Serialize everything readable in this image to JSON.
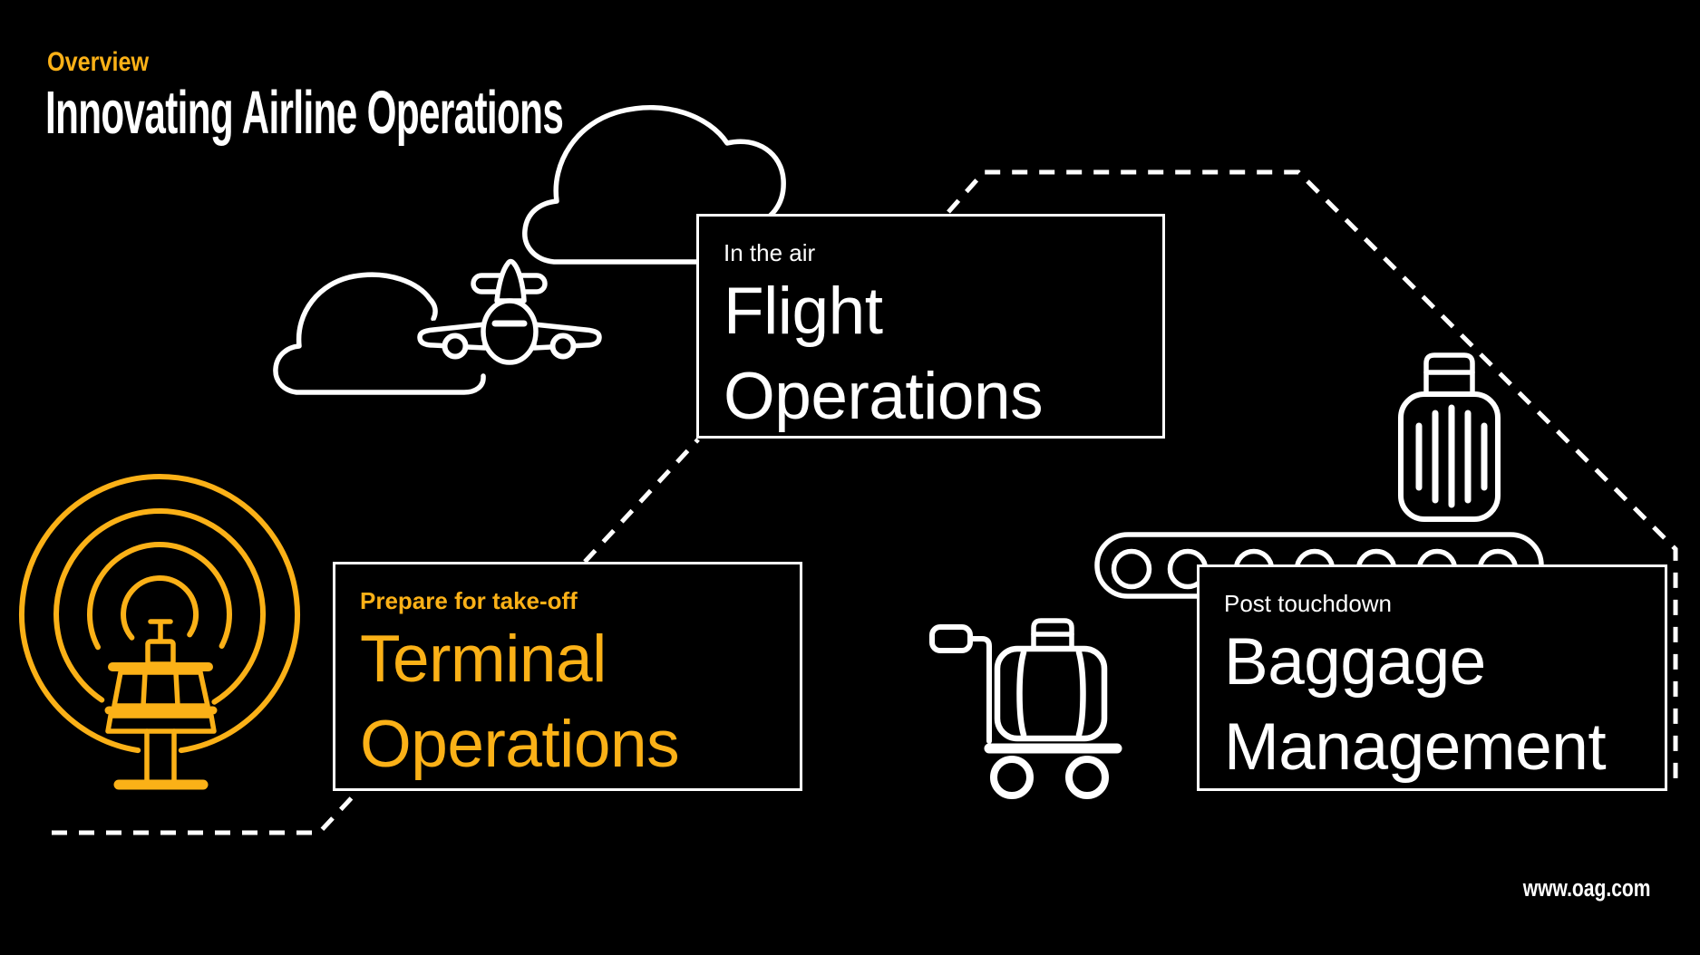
{
  "page": {
    "background": "#000000",
    "accent_yellow": "#FBB117",
    "foreground_white": "#FFFFFF"
  },
  "header": {
    "eyebrow": "Overview",
    "title": "Innovating Airline Operations"
  },
  "cards": [
    {
      "id": "flight-operations",
      "label": "In the air",
      "lines": [
        "Flight",
        "Operations"
      ],
      "color": "#FFFFFF"
    },
    {
      "id": "terminal-operations",
      "label": "Prepare for take-off",
      "lines": [
        "Terminal",
        "Operations"
      ],
      "color": "#FBB117"
    },
    {
      "id": "baggage-management",
      "label": "Post touchdown",
      "lines": [
        "Baggage",
        "Management"
      ],
      "color": "#FFFFFF"
    }
  ],
  "icons": {
    "control_tower": "control-tower-icon (yellow concentric radar rings around airport control tower)",
    "airplane": "airplane-front-icon (white outline airplane front view)",
    "clouds": [
      "cloud-large-icon",
      "cloud-small-icon"
    ],
    "conveyor": "baggage-conveyor-icon (belt with rollers and suitcase)",
    "cart": "luggage-cart-icon (trolley with suitcase and two wheels)"
  },
  "connectors": {
    "style": "white dashed lines linking the three cards"
  },
  "footer": {
    "website": "www.oag.com"
  }
}
